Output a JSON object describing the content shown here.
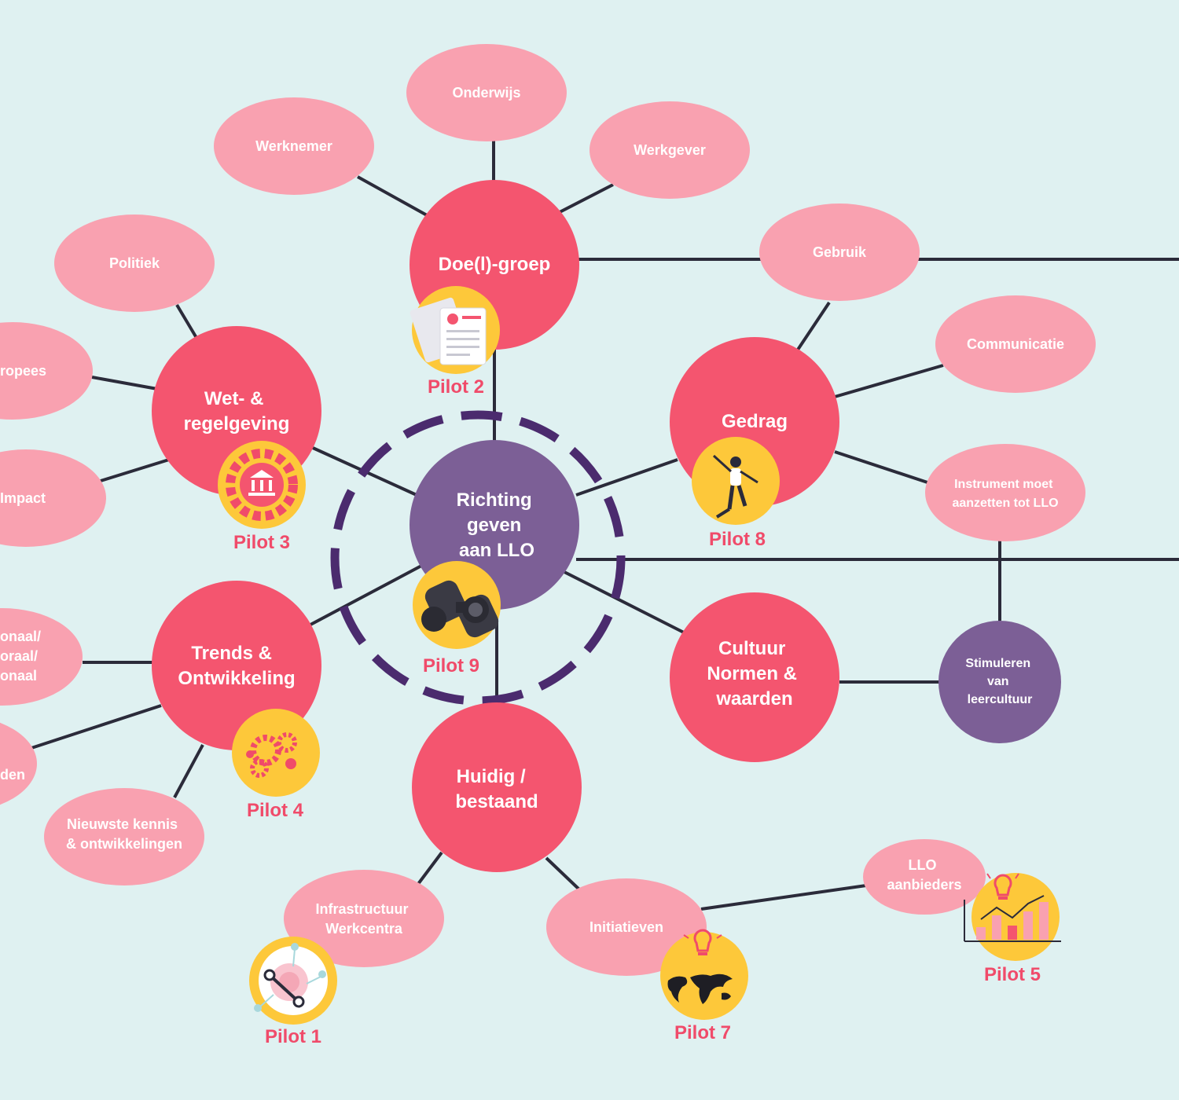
{
  "colors": {
    "background": "#dff1f1",
    "line": "#2b2b3a",
    "main_node": "#f4556f",
    "sub_node": "#f9a1b0",
    "center_node": "#7c5f96",
    "ring": "#4b2b6e",
    "pilot_badge": "#fdc83a",
    "pilot_text": "#f04b6a"
  },
  "center": {
    "label": [
      "Richting",
      "geven",
      "aan LLO"
    ]
  },
  "main_nodes": {
    "doelgroep": {
      "label": [
        "Doe(l)-groep"
      ]
    },
    "wet": {
      "label": [
        "Wet- &",
        "regelgeving"
      ]
    },
    "gedrag": {
      "label": [
        "Gedrag"
      ]
    },
    "trends": {
      "label": [
        "Trends &",
        "Ontwikkeling"
      ]
    },
    "cultuur": {
      "label": [
        "Cultuur",
        "Normen &",
        "waarden"
      ]
    },
    "huidig": {
      "label": [
        "Huidig /",
        "bestaand"
      ]
    },
    "stimuleren": {
      "label": [
        "Stimuleren",
        "van",
        "leercultuur"
      ]
    }
  },
  "sub_nodes": {
    "onderwijs": {
      "label": [
        "Onderwijs"
      ]
    },
    "werknemer": {
      "label": [
        "Werknemer"
      ]
    },
    "werkgever": {
      "label": [
        "Werkgever"
      ]
    },
    "politiek": {
      "label": [
        "Politiek"
      ]
    },
    "europees": {
      "label": [
        "ropees"
      ]
    },
    "impact": {
      "label": [
        "Impact"
      ]
    },
    "gebruik": {
      "label": [
        "Gebruik"
      ]
    },
    "communicatie": {
      "label": [
        "Communicatie"
      ]
    },
    "instrument": {
      "label": [
        "Instrument moet",
        "aanzetten tot LLO"
      ]
    },
    "nationaal": {
      "label": [
        "onaal/",
        "oraal/",
        "onaal"
      ]
    },
    "den": {
      "label": [
        "den"
      ]
    },
    "nieuwste": {
      "label": [
        "Nieuwste kennis",
        "& ontwikkelingen"
      ]
    },
    "infrastructuur": {
      "label": [
        "Infrastructuur",
        "Werkcentra"
      ]
    },
    "initiatieven": {
      "label": [
        "Initiatieven"
      ]
    },
    "aanbieders": {
      "label": [
        "LLO",
        "aanbieders"
      ]
    }
  },
  "pilots": {
    "pilot1": {
      "label": "Pilot 1",
      "icon": "network-icon"
    },
    "pilot2": {
      "label": "Pilot 2",
      "icon": "documents-icon"
    },
    "pilot3": {
      "label": "Pilot 3",
      "icon": "government-gear-icon"
    },
    "pilot4": {
      "label": "Pilot 4",
      "icon": "gears-icon"
    },
    "pilot5": {
      "label": "Pilot 5",
      "icon": "growth-chart-icon"
    },
    "pilot7": {
      "label": "Pilot 7",
      "icon": "world-idea-icon"
    },
    "pilot8": {
      "label": "Pilot 8",
      "icon": "jumping-person-icon"
    },
    "pilot9": {
      "label": "Pilot 9",
      "icon": "binoculars-icon"
    }
  }
}
